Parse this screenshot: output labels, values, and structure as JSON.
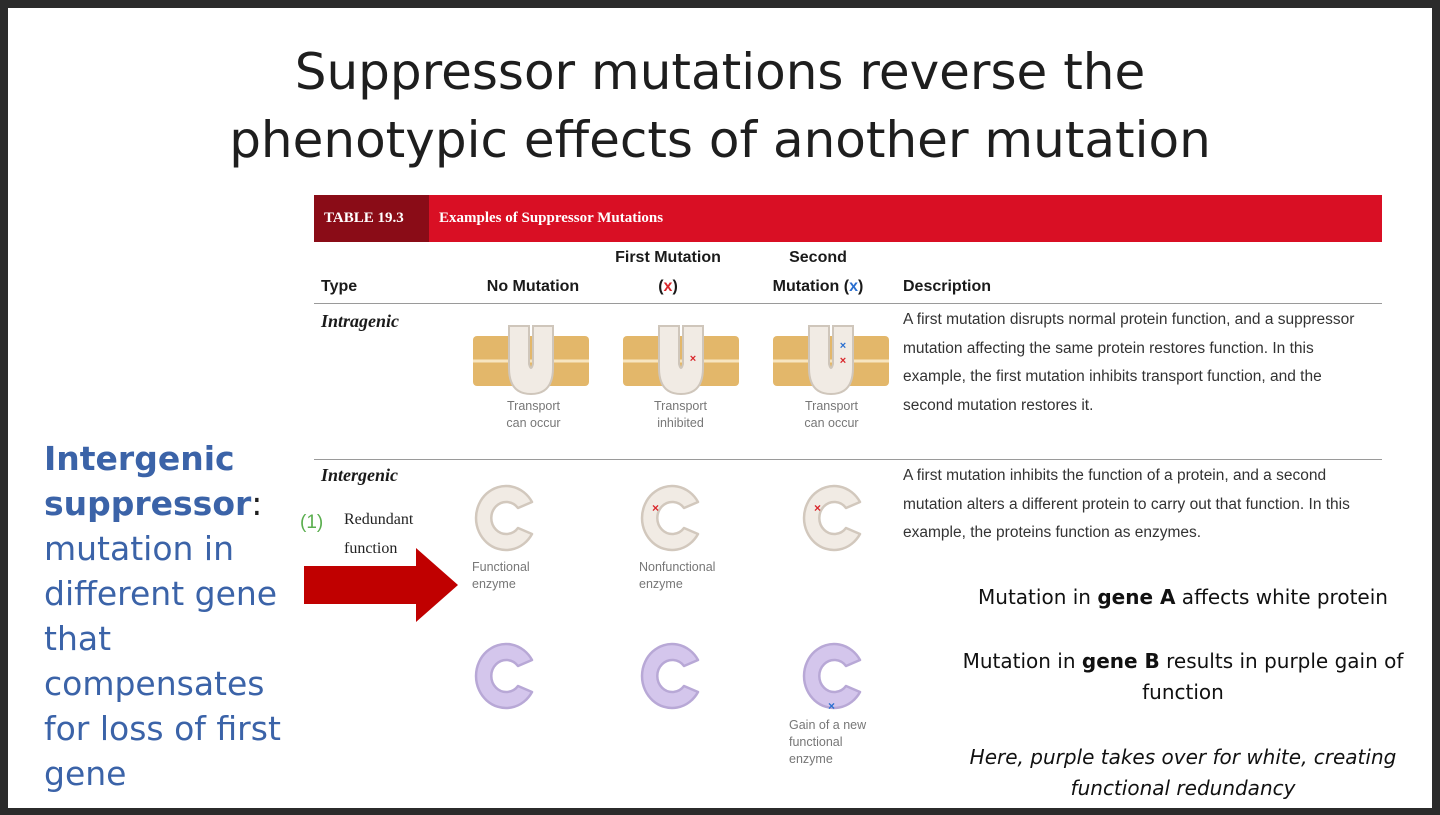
{
  "title": {
    "line1": "Suppressor mutations reverse the",
    "line2": "phenotypic effects of another mutation"
  },
  "table": {
    "number": "TABLE 19.3",
    "name": "Examples of Suppressor Mutations",
    "headers": {
      "type": "Type",
      "no_mutation": "No Mutation",
      "first_line1": "First Mutation",
      "first_line2_open": "(",
      "first_x": "x",
      "first_line2_close": ")",
      "second_line1": "Second",
      "second_line2_pre": "Mutation (",
      "second_x": "x",
      "second_line2_close": ")",
      "description": "Description"
    },
    "rows": {
      "intragenic": {
        "type": "Intragenic",
        "captions": [
          "Transport\ncan occur",
          "Transport\ninhibited",
          "Transport\ncan occur"
        ],
        "description": "A first mutation disrupts normal protein function, and a suppressor mutation affecting the same protein restores function. In this example, the first mutation inhibits transport function, and the second mutation restores it."
      },
      "intergenic": {
        "type": "Intergenic",
        "subnumber": "(1)",
        "subtype_line1": "Redundant",
        "subtype_line2": "function",
        "captions": [
          "Functional\nenzyme",
          "Nonfunctional\nenzyme",
          "Gain of a new\nfunctional\nenzyme"
        ],
        "description": "A first mutation inhibits the function of a protein, and a second mutation alters a different protein to carry out that function. In this example, the proteins function as enzymes."
      }
    }
  },
  "left_text": {
    "bold": "Intergenic suppressor",
    "colon": ":",
    "rest": " mutation in different gene that compensates for loss of first gene"
  },
  "notes": {
    "gene_a_pre": "Mutation in ",
    "gene_a_bold": "gene A",
    "gene_a_post": " affects white protein",
    "gene_b_pre": "Mutation in ",
    "gene_b_bold": "gene B",
    "gene_b_post": " results in purple gain of function",
    "closing": "Here, purple takes over for white, creating functional redundancy"
  },
  "colors": {
    "table_header": "#d90f24",
    "table_number_bg": "#8a0c17",
    "left_text": "#3b63a8",
    "arrow": "#c00000",
    "first_mutation_x": "#d9262b",
    "second_mutation_x": "#2a6fd0",
    "white_protein": "#f1ebe4",
    "purple_protein": "#d4c6ec",
    "membrane": "#e3b76a"
  },
  "icons": {
    "membrane_channel": "u-shaped-transport-protein-icon",
    "enzyme": "c-shaped-enzyme-icon",
    "arrow": "right-arrow-icon"
  }
}
